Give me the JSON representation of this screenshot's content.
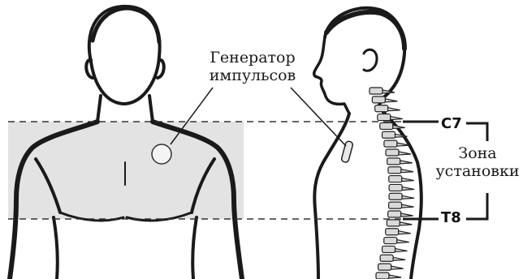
{
  "labels": {
    "pulse_generator": [
      "Генератор",
      "импульсов"
    ],
    "installation_zone": [
      "Зона",
      "установки"
    ],
    "upper_vertebra": "C7",
    "lower_vertebra": "T8"
  },
  "colors": {
    "zone_fill": "#e3e3e3",
    "line": "#1a1a1a",
    "dash": "#333333"
  },
  "icons": {
    "front_figure": "torso-front-icon",
    "side_figure": "torso-profile-icon",
    "spine": "spine-icon",
    "generator": "pulse-generator-icon"
  }
}
